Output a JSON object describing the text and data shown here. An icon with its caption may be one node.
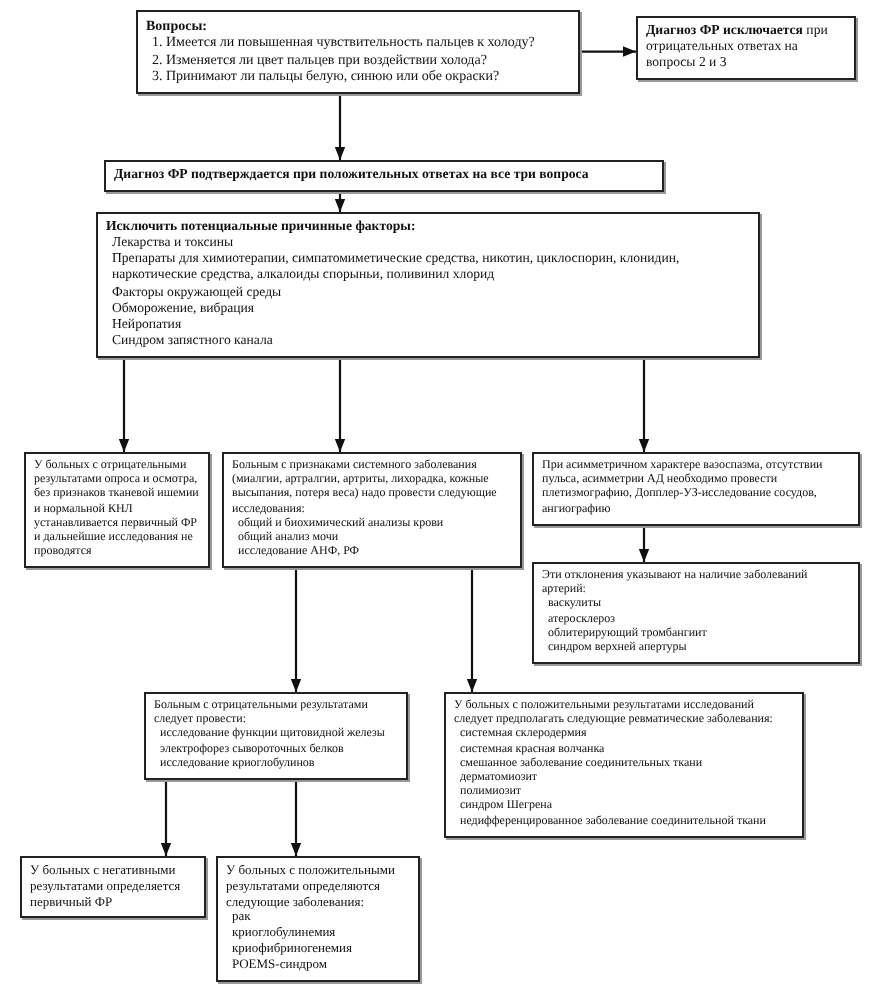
{
  "diagram": {
    "nodes": [
      {
        "text": [
          "Вопросы:",
          "1. Имеется ли повышенная чувствительность пальцев к холоду?",
          "2. Изменяется ли цвет пальцев при воздействии холода?",
          "3. Принимают ли пальцы белую, синюю или обе окраски?"
        ]
      },
      {
        "text": [
          "**Диагноз ФР исключается** при отрицательных ответах на вопросы 2 и 3"
        ]
      },
      {
        "text": [
          "Диагноз ФР подтверждается при положительных ответах на все три вопроса"
        ]
      },
      {
        "text": [
          "Исключить потенциальные причинные факторы:",
          "Лекарства и токсины",
          "Препараты для химиотерапии, симпатомиметические средства, никотин, циклоспорин, клонидин, наркотические средства,  алкалоиды спорыньи,  поливинил хлорид",
          "Факторы окружающей среды",
          "Обморожение, вибрация",
          "Нейропатия",
          "Синдром запястного канала"
        ]
      },
      {
        "text": [
          "У больных с отрицательными результатами опроса и осмотра, без признаков тканевой ишемии и нормальной КНЛ устанавливается первичный ФР и дальнейшие исследования не проводятся"
        ]
      },
      {
        "text": [
          "Больным с признаками системного заболевания (миалгии, артралгии, артриты, лихорадка, кожные высыпания, потеря веса) надо провести следующие исследования:",
          "общий и биохимический  анализы крови",
          "общий анализ мочи",
          "исследование АНФ, РФ"
        ]
      },
      {
        "text": [
          "При асимметричном характере вазоспазма, отсутствии пульса, асимметрии АД необходимо провести плетизмографию, Допплер-УЗ-исследование сосудов, ангиографию"
        ]
      },
      {
        "text": [
          "Эти отклонения указывают на наличие заболеваний артерий:",
          "васкулиты",
          "атеросклероз",
          "облитерирующий тромбангиит",
          "синдром верхней апертуры"
        ]
      },
      {
        "text": [
          "Больным с отрицательными результатами следует провести:",
          "исследование функции щитовидной железы",
          "электрофорез сывороточных белков",
          "исследование криоглобулинов"
        ]
      },
      {
        "text": [
          "У больных с положительными результатами исследований следует предполагать следующие ревматические заболевания:",
          "системная склеродермия",
          "системная красная волчанка",
          "смешанное заболевание соединительных ткани",
          "дерматомиозит",
          "полимиозит",
          "синдром Шегрена",
          "недифференцированное заболевание соединительной ткани"
        ]
      },
      {
        "text": [
          "У больных с негативными результатами определяется первичный ФР"
        ]
      },
      {
        "text": [
          "У больных с положительными результатами определяются следующие заболевания:",
          "рак",
          "криоглобулинемия",
          "криофибриногенемия",
          "POEMS-синдром"
        ]
      }
    ],
    "edges": [
      {
        "from": 0,
        "to": 1,
        "arrow": "to"
      },
      {
        "from": 0,
        "to": 2,
        "arrow": "to"
      },
      {
        "from": 2,
        "to": 3,
        "arrow": "to"
      },
      {
        "from": 3,
        "to": 4,
        "arrow": "to"
      },
      {
        "from": 3,
        "to": 5,
        "arrow": "to"
      },
      {
        "from": 3,
        "to": 6,
        "arrow": "to"
      },
      {
        "from": 6,
        "to": 7,
        "arrow": "to"
      },
      {
        "from": 5,
        "to": 8,
        "arrow": "to"
      },
      {
        "from": 5,
        "to": 9,
        "arrow": "to"
      },
      {
        "from": 8,
        "to": 10,
        "arrow": "to"
      },
      {
        "from": 8,
        "to": 11,
        "arrow": "to"
      }
    ]
  }
}
